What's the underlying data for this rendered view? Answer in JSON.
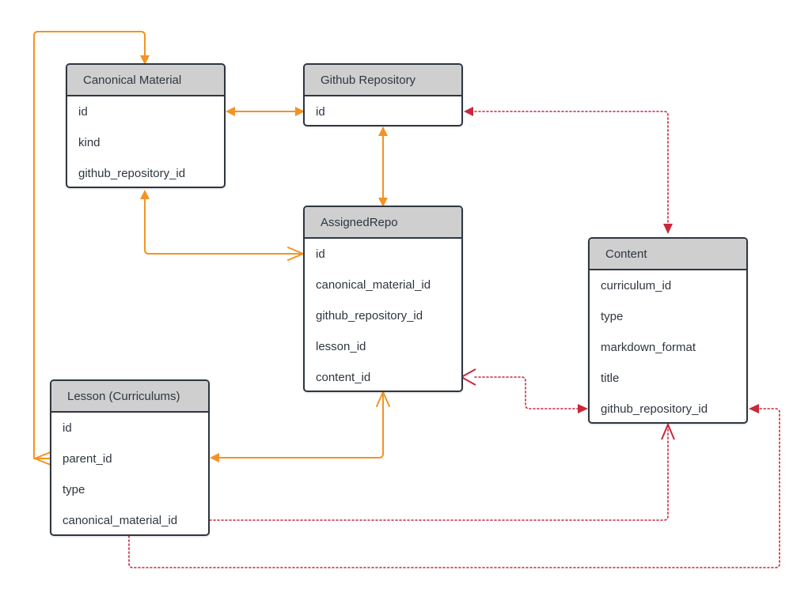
{
  "entities": {
    "canonical_material": {
      "title": "Canonical Material",
      "fields": [
        "id",
        "kind",
        "github_repository_id"
      ]
    },
    "github_repository": {
      "title": "Github Repository",
      "fields": [
        "id"
      ]
    },
    "assigned_repo": {
      "title": "AssignedRepo",
      "fields": [
        "id",
        "canonical_material_id",
        "github_repository_id",
        "lesson_id",
        "content_id"
      ]
    },
    "content": {
      "title": "Content",
      "fields": [
        "curriculum_id",
        "type",
        "markdown_format",
        "title",
        "github_repository_id"
      ]
    },
    "lesson": {
      "title": "Lesson (Curriculums)",
      "fields": [
        "id",
        "parent_id",
        "type",
        "canonical_material_id"
      ]
    }
  },
  "colors": {
    "orange_link": "#f39323",
    "red_link": "#c8283a",
    "header_bg": "#cfcfcf",
    "border": "#2f3640"
  }
}
